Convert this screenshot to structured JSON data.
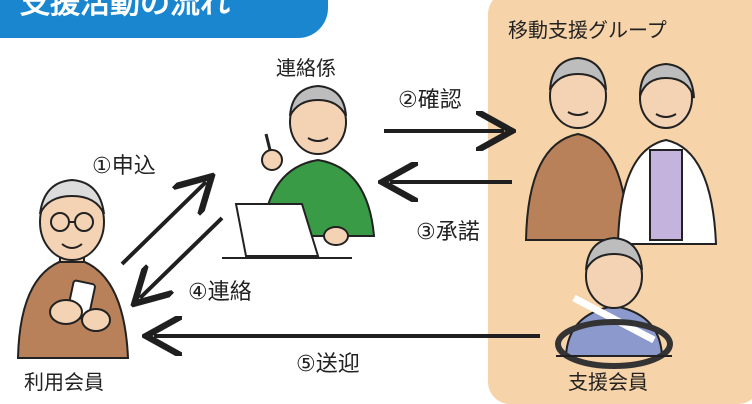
{
  "title": "支援活動の流れ",
  "roles": {
    "user": "利用会員",
    "liaison": "連絡係",
    "group": "移動支援グループ",
    "supporter": "支援会員"
  },
  "steps": [
    {
      "label": "①申込"
    },
    {
      "label": "②確認"
    },
    {
      "label": "③承諾"
    },
    {
      "label": "④連絡"
    },
    {
      "label": "⑤送迎"
    }
  ],
  "colors": {
    "title_bg": "#1a86cf",
    "group_bg": "#f6d3a8",
    "arrow": "#1f1f1f"
  }
}
